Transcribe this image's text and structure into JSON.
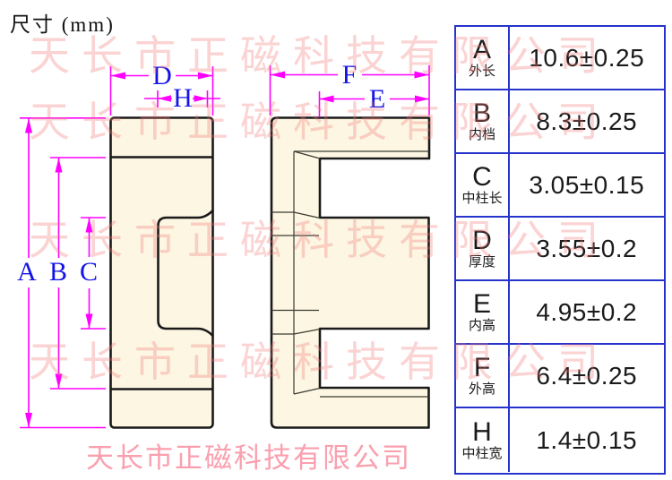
{
  "title": "尺寸 (mm)",
  "watermark": {
    "text": "天长市正磁科技有限公司",
    "footer_text": "天长市正磁科技有限公司",
    "row_color": "#f27676",
    "footer_color": "#fa9fae"
  },
  "drawing": {
    "dim_labels": {
      "A": "A",
      "B": "B",
      "C": "C",
      "D": "D",
      "E": "E",
      "F": "F",
      "H": "H"
    },
    "dimension_line_color": "#ff00ff",
    "dim_label_color": "#1414e6",
    "core_fill_color": "#fcf6e2",
    "core_outline_color": "#1a1a1a"
  },
  "table": {
    "border_color": "#2633cc",
    "rows": [
      {
        "letter": "A",
        "label": "外长",
        "value": "10.6±0.25"
      },
      {
        "letter": "B",
        "label": "内档",
        "value": "8.3±0.25"
      },
      {
        "letter": "C",
        "label": "中柱长",
        "value": "3.05±0.15"
      },
      {
        "letter": "D",
        "label": "厚度",
        "value": "3.55±0.2"
      },
      {
        "letter": "E",
        "label": "内高",
        "value": "4.95±0.2"
      },
      {
        "letter": "F",
        "label": "外高",
        "value": "6.4±0.25"
      },
      {
        "letter": "H",
        "label": "中柱宽",
        "value": "1.4±0.15"
      }
    ]
  }
}
